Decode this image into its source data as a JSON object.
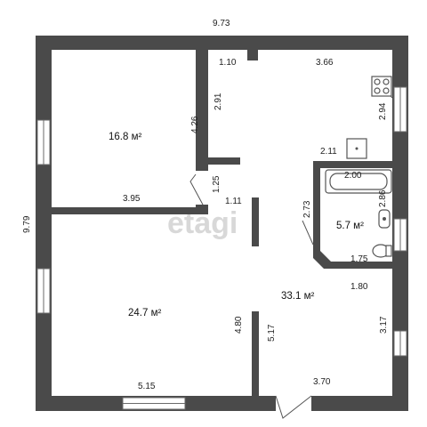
{
  "plan": {
    "overall_width": "9.73",
    "overall_depth": "9.79",
    "watermark": "etagi",
    "rooms": [
      {
        "id": "room-top-left",
        "area": "16.8 м²"
      },
      {
        "id": "room-bottom-left",
        "area": "24.7 м²"
      },
      {
        "id": "bathroom",
        "area": "5.7 м²"
      },
      {
        "id": "main-space",
        "area": "33.1 м²"
      }
    ],
    "dimensions": {
      "d_1_10": "1.10",
      "d_3_66": "3.66",
      "d_2_91": "2.91",
      "d_4_26": "4.26",
      "d_2_94": "2.94",
      "d_2_11": "2.11",
      "d_2_00": "2.00",
      "d_1_25": "1.25",
      "d_3_95": "3.95",
      "d_1_11": "1.11",
      "d_2_73": "2.73",
      "d_2_86": "2.86",
      "d_1_75": "1.75",
      "d_1_80": "1.80",
      "d_4_80": "4.80",
      "d_5_17": "5.17",
      "d_3_17": "3.17",
      "d_5_15": "5.15",
      "d_3_70": "3.70"
    }
  }
}
